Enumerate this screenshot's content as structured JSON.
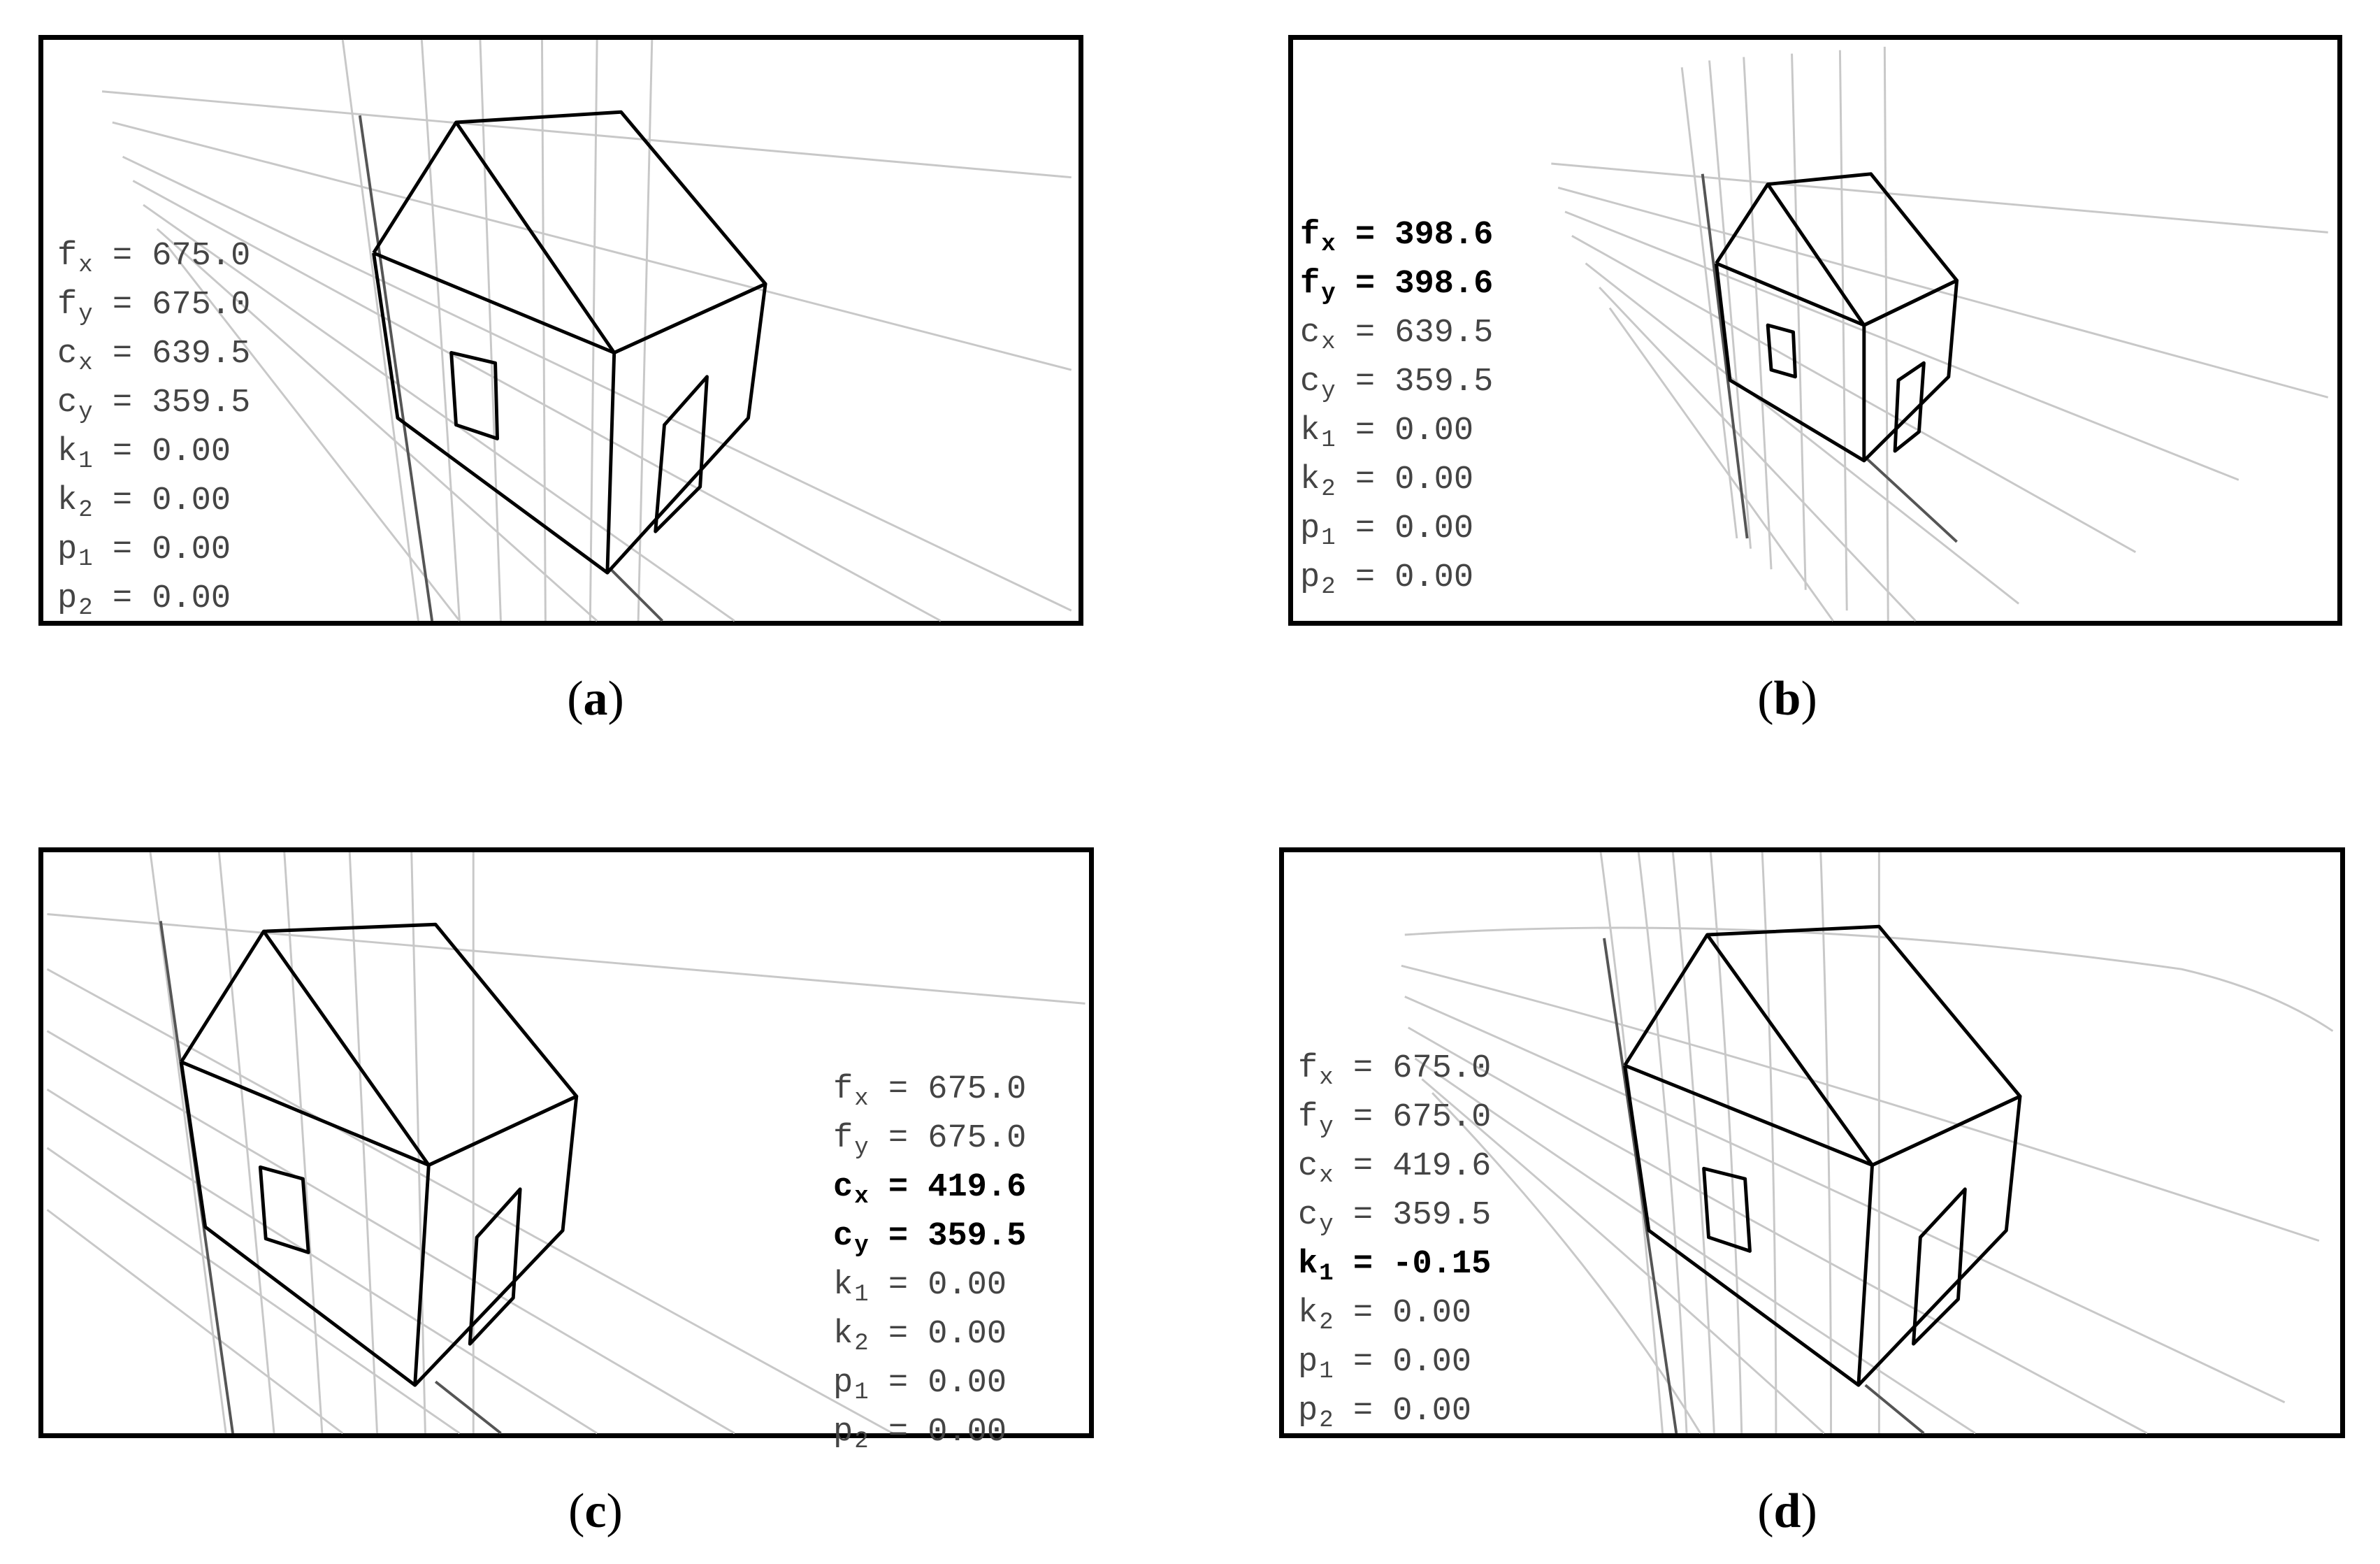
{
  "panels": [
    {
      "label": "a",
      "params": [
        {
          "sym": "f",
          "sub": "x",
          "val": "675.0",
          "bold": false
        },
        {
          "sym": "f",
          "sub": "y",
          "val": "675.0",
          "bold": false
        },
        {
          "sym": "c",
          "sub": "x",
          "val": "639.5",
          "bold": false
        },
        {
          "sym": "c",
          "sub": "y",
          "val": "359.5",
          "bold": false
        },
        {
          "sym": "k",
          "sub": "1",
          "val": "0.00",
          "bold": false
        },
        {
          "sym": "k",
          "sub": "2",
          "val": "0.00",
          "bold": false
        },
        {
          "sym": "p",
          "sub": "1",
          "val": "0.00",
          "bold": false
        },
        {
          "sym": "p",
          "sub": "2",
          "val": "0.00",
          "bold": false
        }
      ]
    },
    {
      "label": "b",
      "params": [
        {
          "sym": "f",
          "sub": "x",
          "val": "398.6",
          "bold": true
        },
        {
          "sym": "f",
          "sub": "y",
          "val": "398.6",
          "bold": true
        },
        {
          "sym": "c",
          "sub": "x",
          "val": "639.5",
          "bold": false
        },
        {
          "sym": "c",
          "sub": "y",
          "val": "359.5",
          "bold": false
        },
        {
          "sym": "k",
          "sub": "1",
          "val": "0.00",
          "bold": false
        },
        {
          "sym": "k",
          "sub": "2",
          "val": "0.00",
          "bold": false
        },
        {
          "sym": "p",
          "sub": "1",
          "val": "0.00",
          "bold": false
        },
        {
          "sym": "p",
          "sub": "2",
          "val": "0.00",
          "bold": false
        }
      ]
    },
    {
      "label": "c",
      "params": [
        {
          "sym": "f",
          "sub": "x",
          "val": "675.0",
          "bold": false
        },
        {
          "sym": "f",
          "sub": "y",
          "val": "675.0",
          "bold": false
        },
        {
          "sym": "c",
          "sub": "x",
          "val": "419.6",
          "bold": true
        },
        {
          "sym": "c",
          "sub": "y",
          "val": "359.5",
          "bold": true
        },
        {
          "sym": "k",
          "sub": "1",
          "val": "0.00",
          "bold": false
        },
        {
          "sym": "k",
          "sub": "2",
          "val": "0.00",
          "bold": false
        },
        {
          "sym": "p",
          "sub": "1",
          "val": "0.00",
          "bold": false
        },
        {
          "sym": "p",
          "sub": "2",
          "val": "0.00",
          "bold": false
        }
      ]
    },
    {
      "label": "d",
      "params": [
        {
          "sym": "f",
          "sub": "x",
          "val": "675.0",
          "bold": false
        },
        {
          "sym": "f",
          "sub": "y",
          "val": "675.0",
          "bold": false
        },
        {
          "sym": "c",
          "sub": "x",
          "val": "419.6",
          "bold": false
        },
        {
          "sym": "c",
          "sub": "y",
          "val": "359.5",
          "bold": false
        },
        {
          "sym": "k",
          "sub": "1",
          "val": "-0.15",
          "bold": true
        },
        {
          "sym": "k",
          "sub": "2",
          "val": "0.00",
          "bold": false
        },
        {
          "sym": "p",
          "sub": "1",
          "val": "0.00",
          "bold": false
        },
        {
          "sym": "p",
          "sub": "2",
          "val": "0.00",
          "bold": false
        }
      ]
    }
  ],
  "colors": {
    "frame": "#000000",
    "house": "#000000",
    "grid": "#c8c8c8",
    "text_normal": "#444444",
    "text_bold": "#000000"
  }
}
